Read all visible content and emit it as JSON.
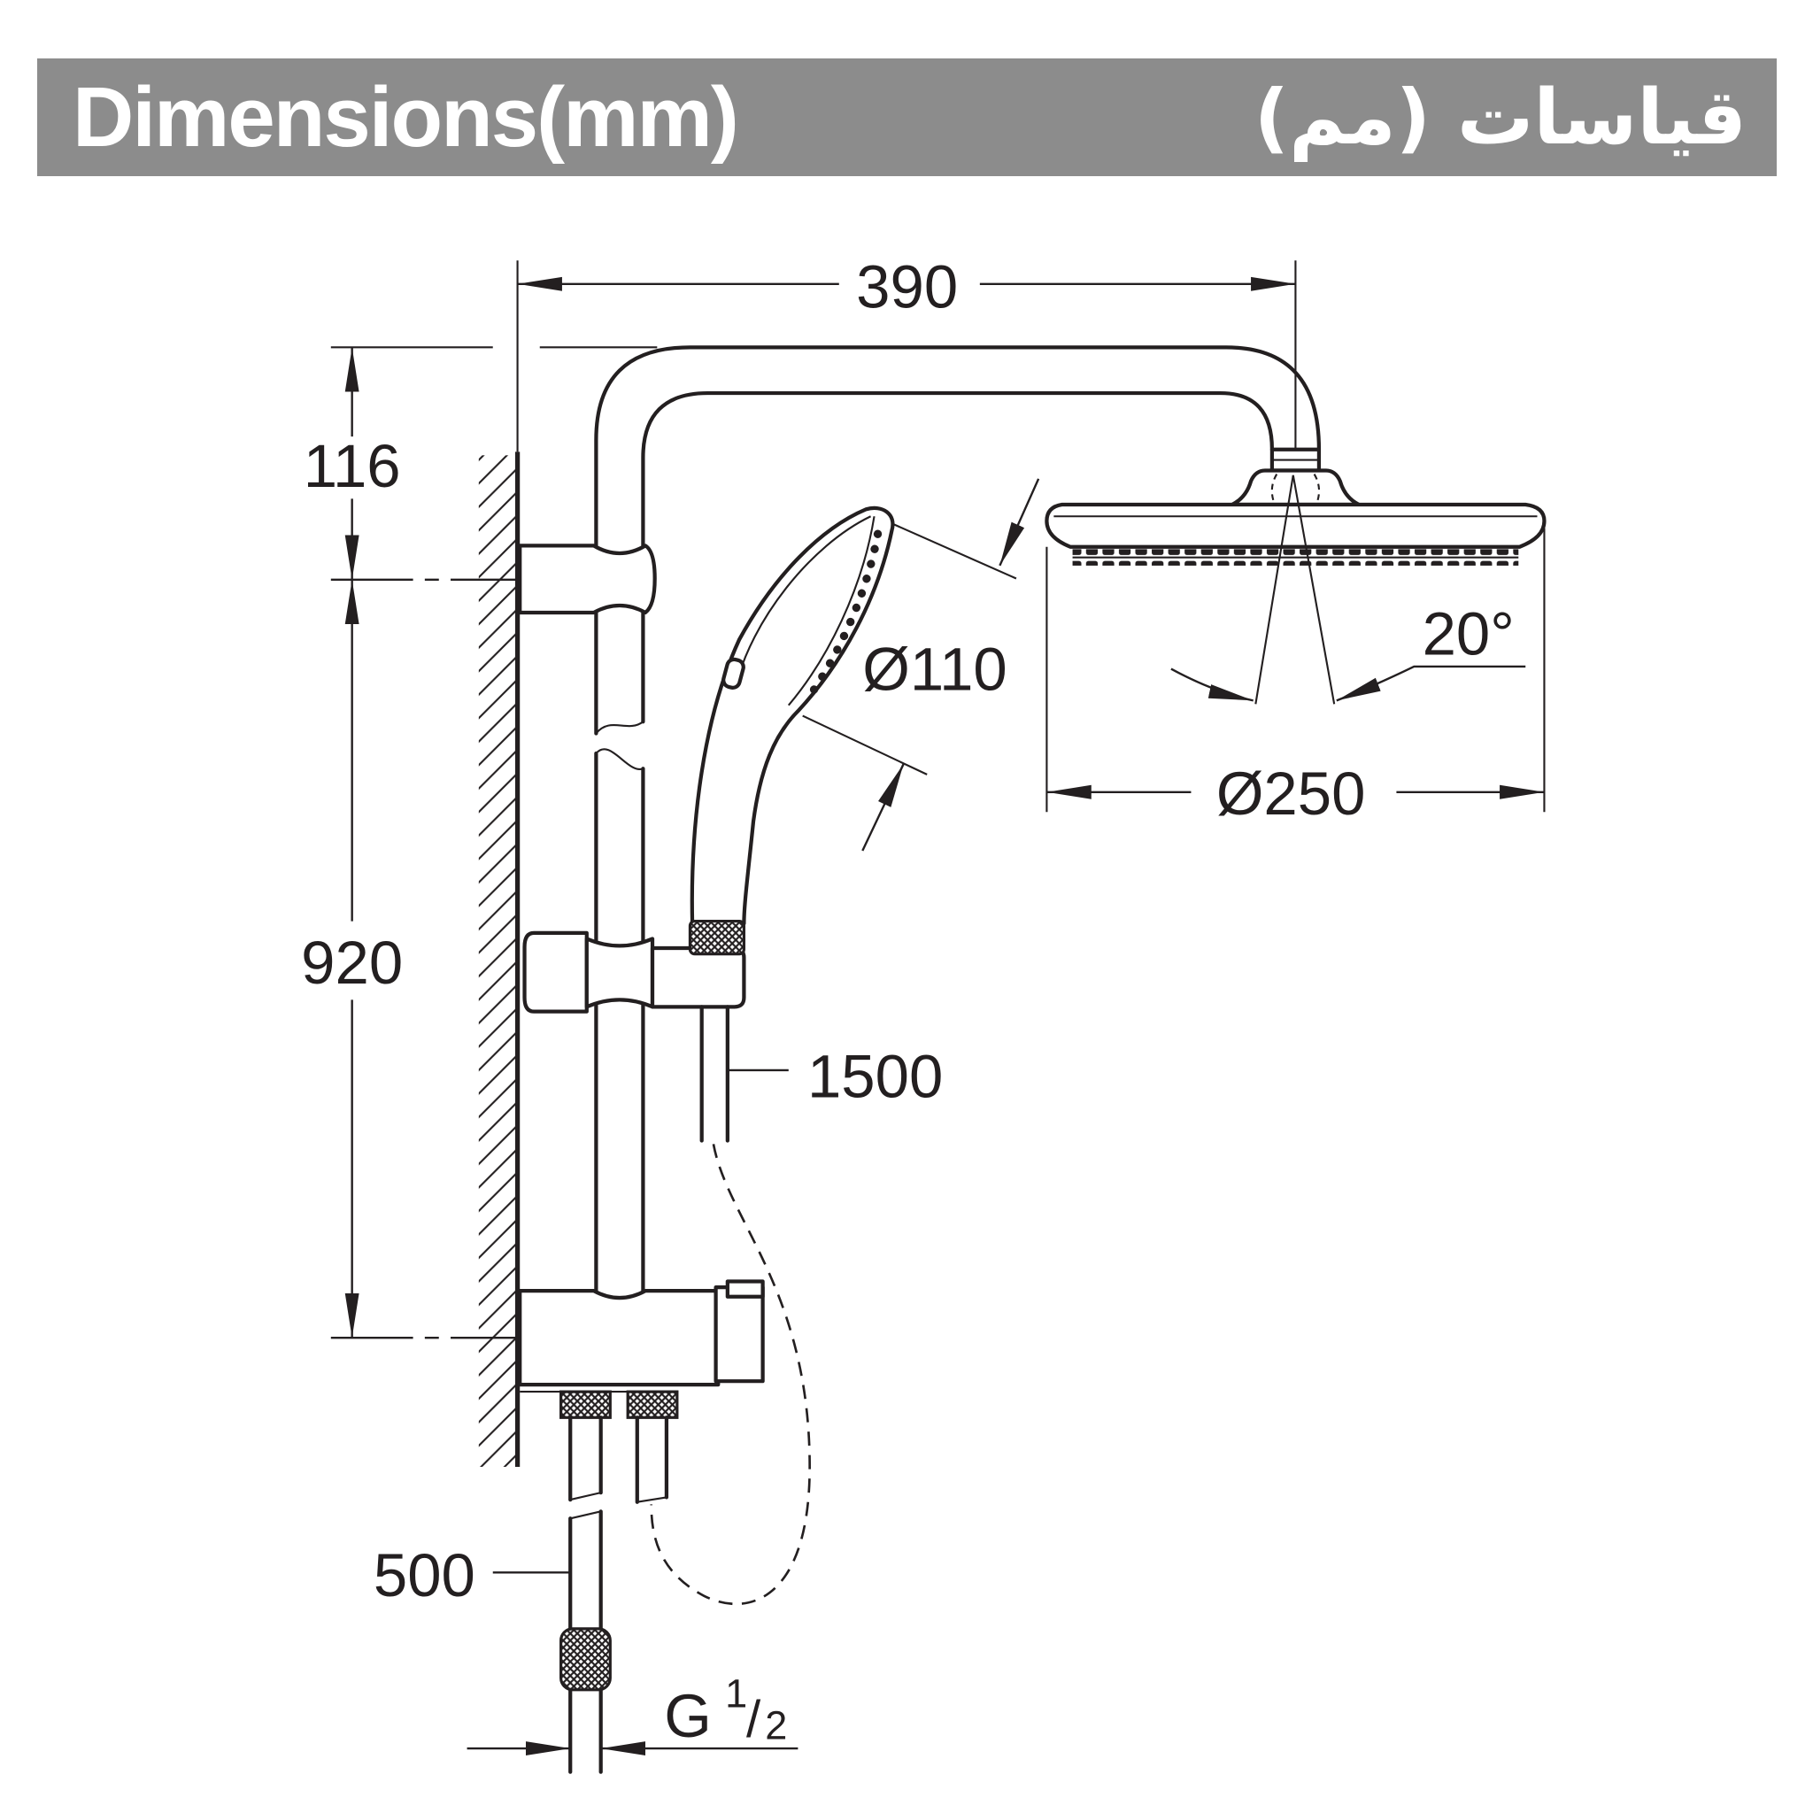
{
  "header": {
    "title_en": "Dimensions(mm)",
    "title_ar": "قياسات (مم)"
  },
  "dimensions": {
    "arm_projection": "390",
    "top_offset": "116",
    "rail_height": "920",
    "hose_length": "1500",
    "hand_shower_diameter": "Ø110",
    "head_tilt": "20°",
    "head_diameter": "Ø250",
    "connection_hose_length": "500",
    "thread": {
      "letter": "G",
      "numerator": "1",
      "slash": "/",
      "denominator": "2"
    }
  },
  "colors": {
    "header_bg": "#8c8c8c",
    "header_text": "#ffffff",
    "ink": "#231f20"
  }
}
